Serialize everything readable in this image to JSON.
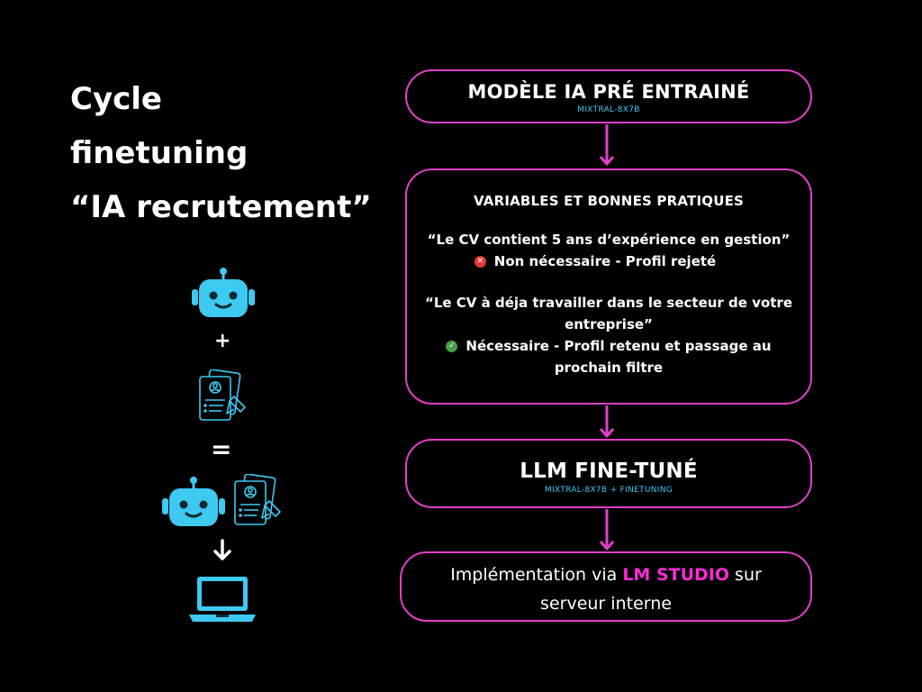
{
  "title": {
    "line1": "Cycle",
    "line2": "finetuning",
    "line3": "“IA recrutement”"
  },
  "left_flow": {
    "plus": "+",
    "equals": "=",
    "down_arrow": "🡣"
  },
  "steps": {
    "model": {
      "title": "MODÈLE IA PRÉ ENTRAINÉ",
      "subtitle": "MIXTRAL-8X7B"
    },
    "rules": {
      "heading": "VARIABLES ET BONNES PRATIQUES",
      "example1_quote": "“Le CV contient 5 ans d’expérience en gestion”",
      "example1_result": "Non nécessaire - Profil rejeté",
      "example2_quote_line1": "“Le CV à déja travailler dans le secteur de votre",
      "example2_quote_line2": "entreprise”",
      "example2_result_line1": "Nécessaire - Profil retenu et passage au",
      "example2_result_line2": "prochain filtre"
    },
    "finetuned": {
      "title": "LLM FINE-TUNÉ",
      "subtitle": "MIXTRAL-8X7B + FINETUNING"
    },
    "deploy": {
      "text_before": "Implémentation via ",
      "highlight": "LM STUDIO",
      "text_after": " sur",
      "line2": "serveur interne"
    }
  },
  "colors": {
    "accent_pink": "#e040c8",
    "highlight_pink": "#ff2ad4",
    "icon_cyan": "#3ec9f0",
    "reject_red": "#e53935",
    "accept_green": "#43a047"
  }
}
